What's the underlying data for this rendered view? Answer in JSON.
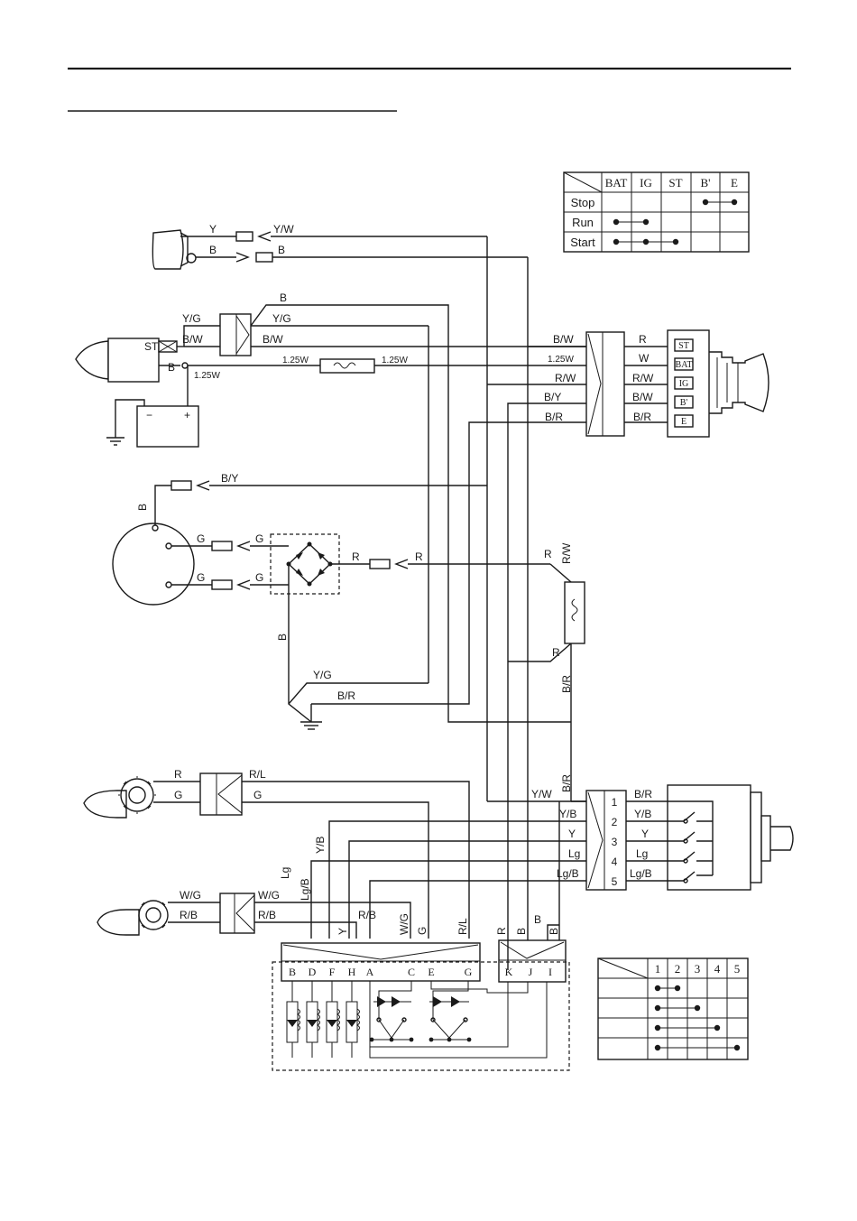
{
  "wire_labels": {
    "yw": "Y/W",
    "y": "Y",
    "b": "B",
    "yg": "Y/G",
    "bw": "B/W",
    "w125": "1.25W",
    "st": "ST",
    "r": "R",
    "w": "W",
    "rw": "R/W",
    "by": "B/Y",
    "br": "B/R",
    "g": "G",
    "rl": "R/L",
    "yb": "Y/B",
    "lg": "Lg",
    "lgb": "Lg/B",
    "wg": "W/G",
    "rb": "R/B"
  },
  "key_switch_terminals": [
    "ST",
    "BAT",
    "IG",
    "B'",
    "E"
  ],
  "selector_positions": [
    "1",
    "2",
    "3",
    "4",
    "5"
  ],
  "connector_pins": [
    "B",
    "D",
    "F",
    "H",
    "A",
    "C",
    "E",
    "G"
  ],
  "connector_pins_right": [
    "K",
    "J",
    "I"
  ],
  "key_table": {
    "headers": [
      "BAT",
      "IG",
      "ST",
      "B'",
      "E"
    ],
    "rows": [
      "Stop",
      "Run",
      "Start"
    ]
  },
  "pos_table": {
    "headers": [
      "1",
      "2",
      "3",
      "4",
      "5"
    ]
  }
}
